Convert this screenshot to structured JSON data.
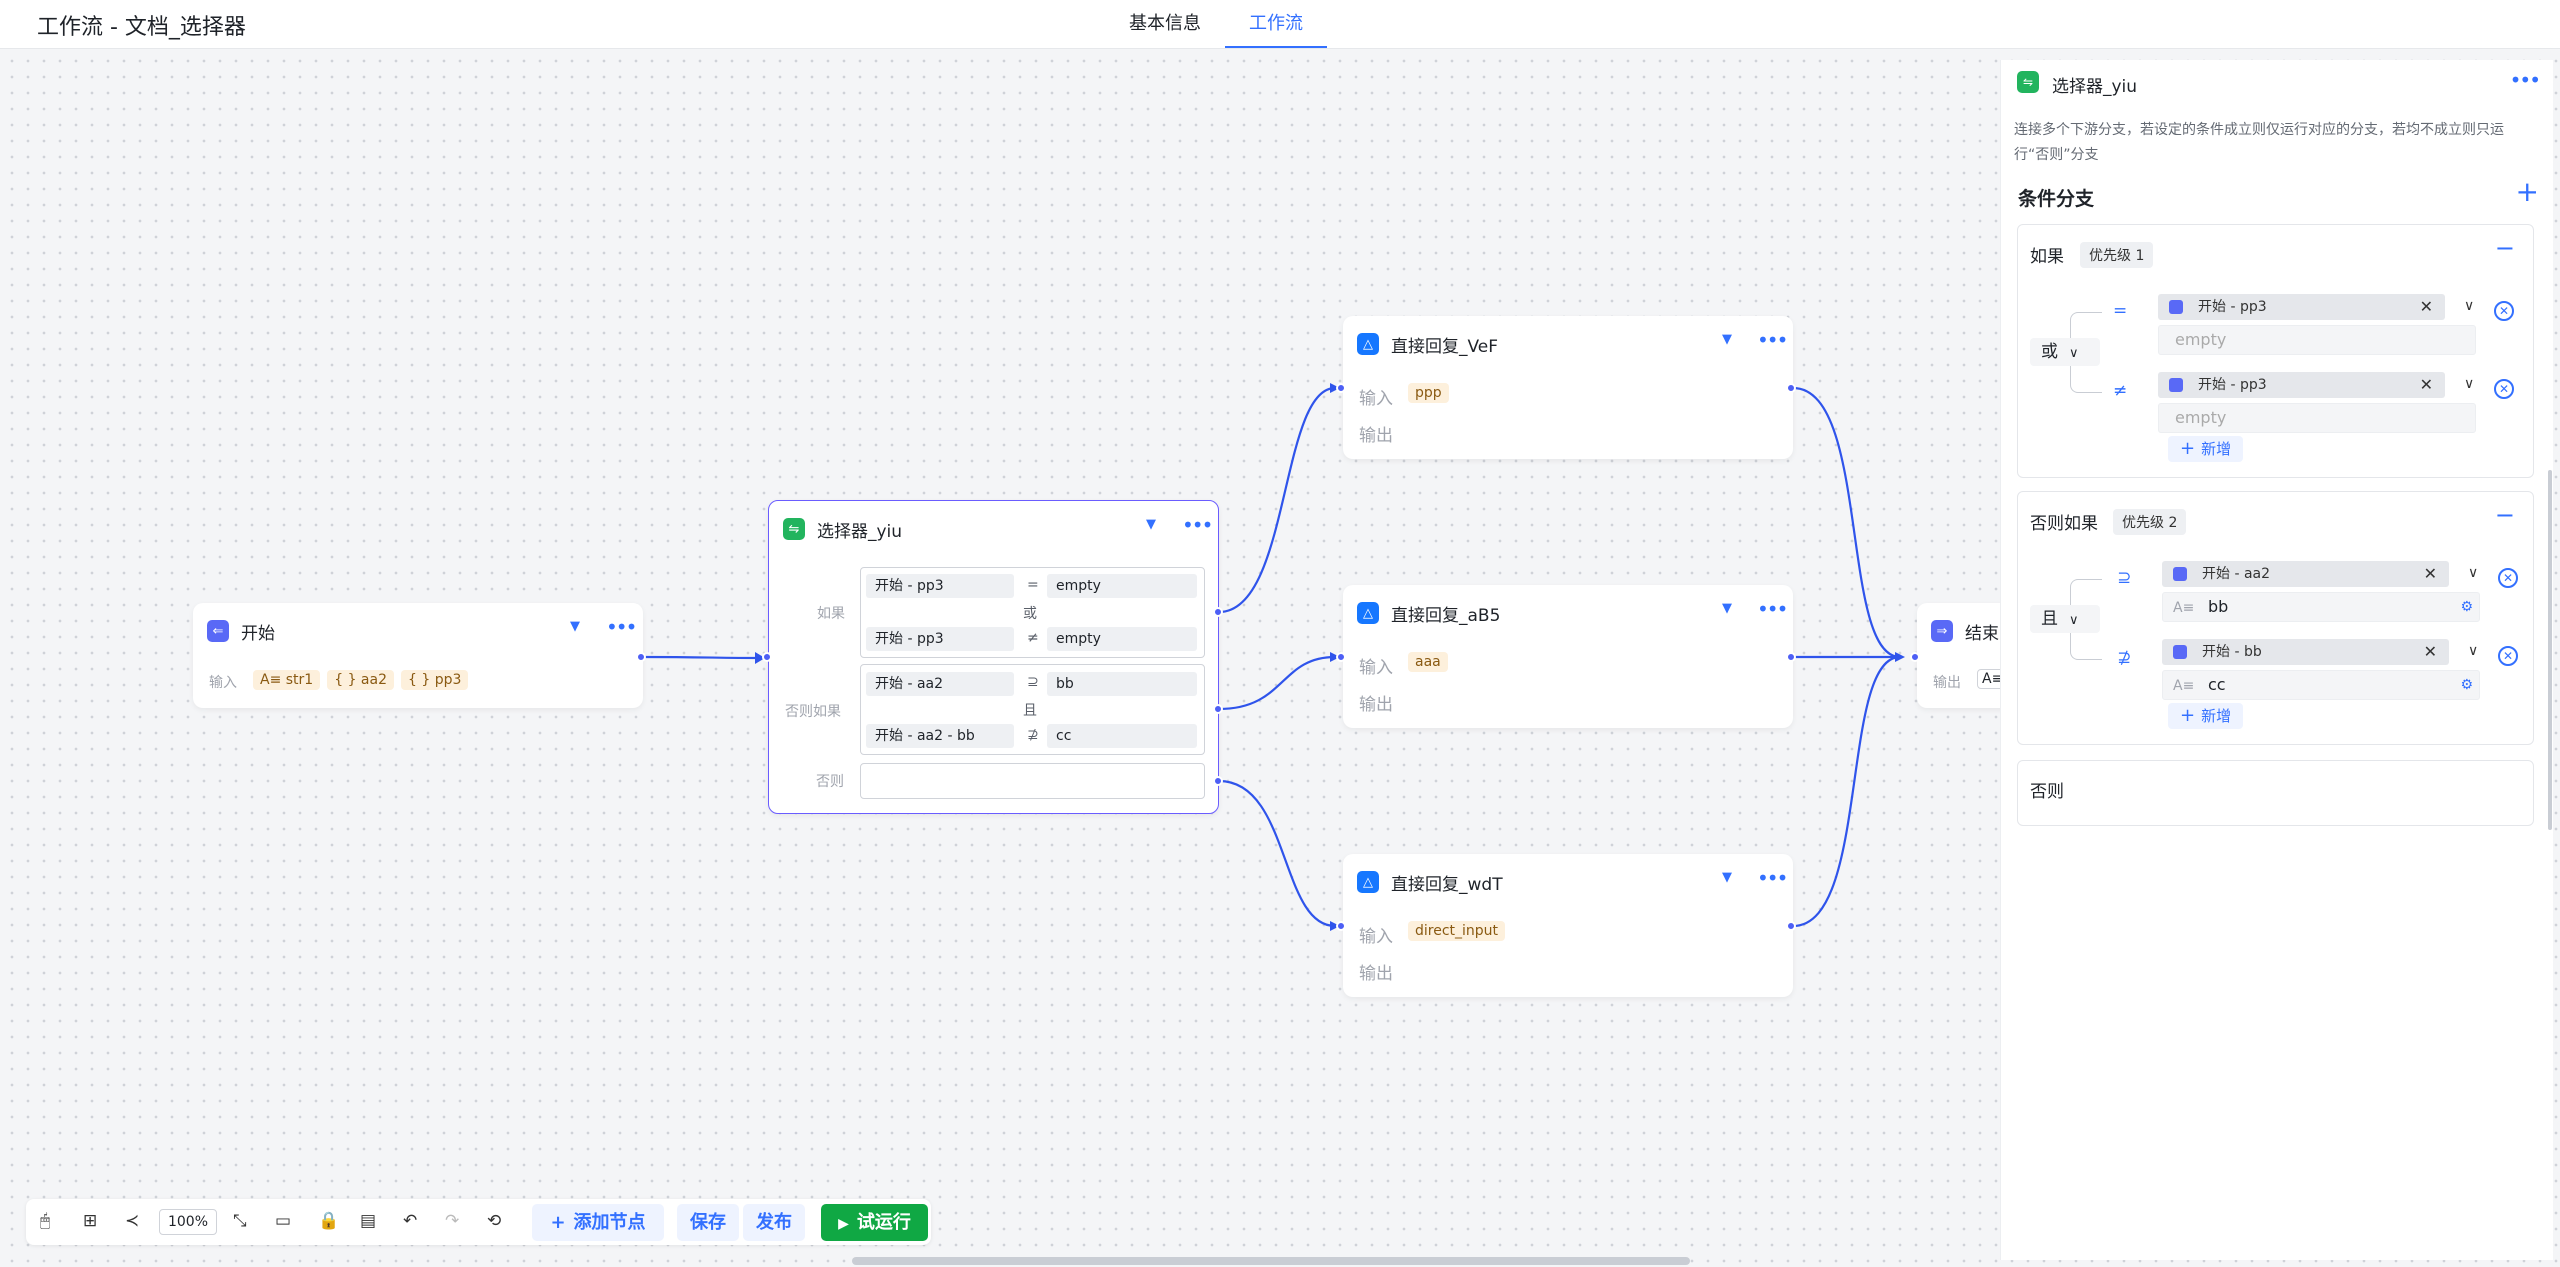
{
  "app": {
    "title": "工作流 - 文档_选择器"
  },
  "tabs": [
    {
      "label": "基本信息"
    },
    {
      "label": "工作流"
    }
  ],
  "nodes": {
    "start": {
      "title": "开始",
      "input_label": "输入",
      "vars": [
        "A≡ str1",
        "{ } aa2",
        "{ } pp3"
      ]
    },
    "selector": {
      "title": "选择器_yiu",
      "if_label": "如果",
      "elseif_label": "否则如果",
      "else_label": "否则",
      "if_conditions": [
        {
          "left": "开始 - pp3",
          "op": "=",
          "right": "empty"
        },
        {
          "left": "开始 - pp3",
          "op": "≠",
          "right": "empty"
        }
      ],
      "if_logic": "或",
      "elseif_conditions": [
        {
          "left": "开始 - aa2",
          "op": "⊇",
          "right": "bb"
        },
        {
          "left": "开始 - aa2 - bb",
          "op": "⊉",
          "right": "cc"
        }
      ],
      "elseif_logic": "且"
    },
    "reply_vef": {
      "title": "直接回复_VeF",
      "input_label": "输入",
      "output_label": "输出",
      "var": "ppp"
    },
    "reply_ab5": {
      "title": "直接回复_aB5",
      "input_label": "输入",
      "output_label": "输出",
      "var": "aaa"
    },
    "reply_wdt": {
      "title": "直接回复_wdT",
      "input_label": "输入",
      "output_label": "输出",
      "var": "direct_input"
    },
    "end": {
      "title": "结束",
      "output_label": "输出",
      "var": "A≡"
    }
  },
  "panel": {
    "title": "选择器_yiu",
    "description": "连接多个下游分支，若设定的条件成立则仅运行对应的分支，若均不成立则只运行“否则”分支",
    "section": "条件分支",
    "if_block": {
      "label": "如果",
      "priority": "优先级 1",
      "logic": "或",
      "conditions": [
        {
          "op": "=",
          "var": "开始 - pp3",
          "value": "",
          "placeholder": "empty"
        },
        {
          "op": "≠",
          "var": "开始 - pp3",
          "value": "",
          "placeholder": "empty"
        }
      ],
      "add_label": "新增"
    },
    "elseif_block": {
      "label": "否则如果",
      "priority": "优先级 2",
      "logic": "且",
      "conditions": [
        {
          "op": "⊇",
          "var": "开始 - aa2",
          "value": "bb"
        },
        {
          "op": "⊉",
          "var": "开始 - bb",
          "value": "cc"
        }
      ],
      "add_label": "新增"
    },
    "else_block": {
      "label": "否则"
    }
  },
  "toolbar": {
    "zoom": "100%",
    "add_node": "添加节点",
    "save": "保存",
    "publish": "发布",
    "run": "试运行"
  },
  "colors": {
    "accent": "#3370ff",
    "port": "#4d5ff5",
    "run": "#10a844"
  }
}
